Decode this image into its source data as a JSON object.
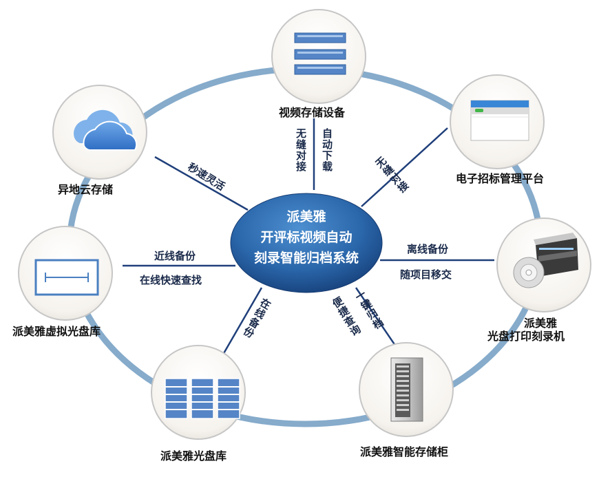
{
  "center": {
    "line1": "派美雅",
    "line2": "开评标视频自动",
    "line3": "刻录智能归档系统"
  },
  "nodes": {
    "video_storage": {
      "label": "视频存储设备",
      "icon": "server-rack-icon"
    },
    "bidding_platform": {
      "label": "电子招标管理平台",
      "icon": "browser-window-icon"
    },
    "printer": {
      "label_line1": "派美雅",
      "label_line2": "光盘打印刻录机",
      "icon": "disc-printer-icon"
    },
    "cabinet": {
      "label": "派美雅智能存储柜",
      "icon": "storage-cabinet-icon"
    },
    "disc_library": {
      "label": "派美雅光盘库",
      "icon": "disc-library-icon"
    },
    "virtual_library": {
      "label": "派美雅虚拟光盘库",
      "icon": "virtual-library-icon"
    },
    "cloud": {
      "label": "异地云存储",
      "icon": "cloud-icon"
    }
  },
  "links": {
    "video_left": "无缝对接",
    "video_right": "自动下载",
    "platform": "无缝对接",
    "printer_top": "离线备份",
    "printer_bottom": "随项目移交",
    "cabinet_left": "便捷查询",
    "cabinet_right": "一键归档",
    "disc_library": "在线备份",
    "virtual_top": "近线备份",
    "virtual_bottom": "在线快速查找",
    "cloud": "秒速灵活"
  },
  "colors": {
    "ring": "#7fa6c7",
    "center_fill": "#1f5a9a",
    "spoke": "#1f3f7a",
    "node_border": "#c8c8c8",
    "icon_blue": "#4a7fc0"
  }
}
